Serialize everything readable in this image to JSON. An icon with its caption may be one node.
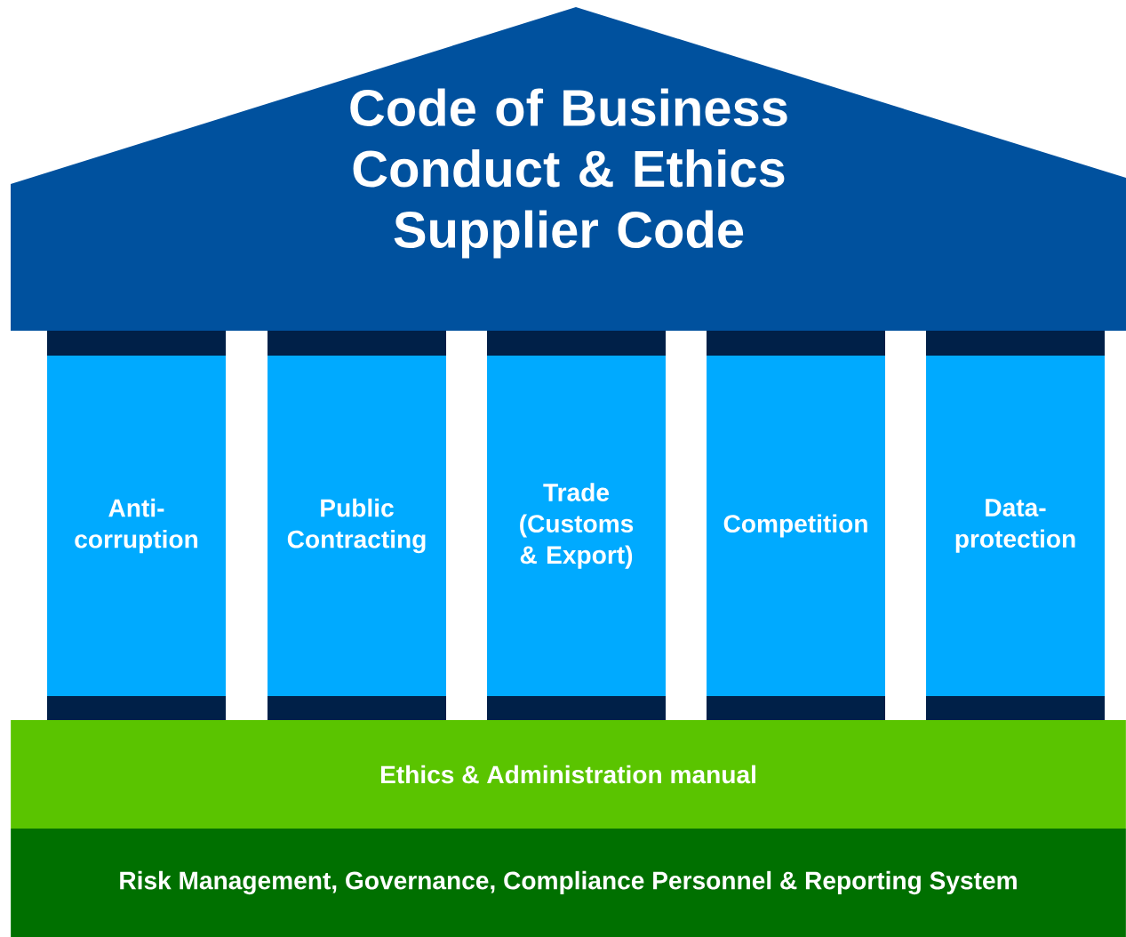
{
  "diagram": {
    "nodes": [
      {
        "text": [
          "Code of Business Conduct & Ethics Supplier Code"
        ]
      },
      {
        "text": [
          "Anti-corruption"
        ]
      },
      {
        "text": [
          "Public Contracting"
        ]
      },
      {
        "text": [
          "Trade (Customs & Export)"
        ]
      },
      {
        "text": [
          "Competition"
        ]
      },
      {
        "text": [
          "Data-protection"
        ]
      },
      {
        "text": [
          "Ethics & Administration manual"
        ]
      },
      {
        "text": [
          "Risk Management, Governance, Compliance Personnel & Reporting System"
        ]
      }
    ]
  }
}
